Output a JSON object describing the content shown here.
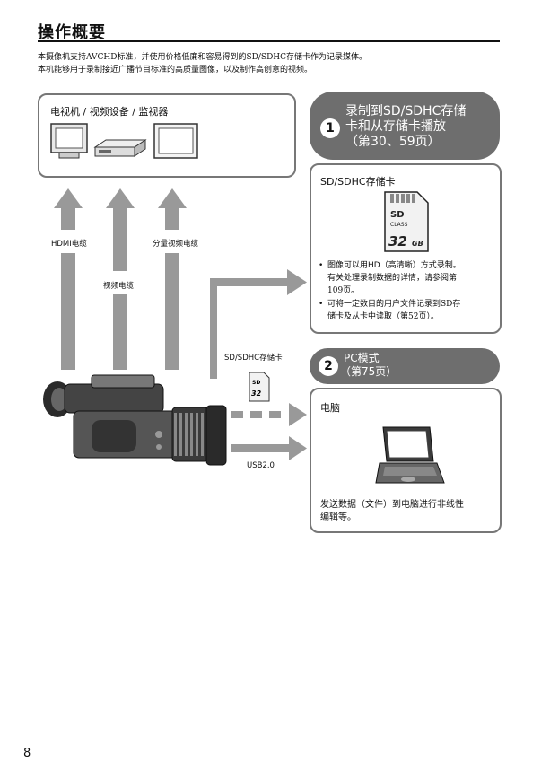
{
  "page": {
    "title": "操作概要",
    "intro_line1": "本摄像机支持AVCHD标准，并使用价格低廉和容易得到的SD/SDHC存储卡作为记录媒体。",
    "intro_line2": "本机能够用于录制接近广播节目标准的高质量图像，以及制作高创意的视频。",
    "page_number": "8"
  },
  "left_box": {
    "label": "电视机 / 视频设备 / 监视器"
  },
  "cables": {
    "hdmi": "HDMI电缆",
    "video": "视频电缆",
    "component": "分量视频电缆",
    "sd_card": "SD/SDHC存储卡",
    "usb": "USB2.0"
  },
  "section1": {
    "num": "1",
    "line1": "录制到SD/SDHC存储",
    "line2": "卡和从存储卡播放",
    "line3": "（第30、59页）"
  },
  "sd_box": {
    "title": "SD/SDHC存储卡",
    "card_capacity": "32",
    "card_unit": "GB",
    "bullet1_l1": "图像可以用HD（高清晰）方式录制。",
    "bullet1_l2": "有关处理录制数据的详情，请参阅第",
    "bullet1_l3": "109页。",
    "bullet2_l1": "可将一定数目的用户文件记录到SD存",
    "bullet2_l2": "储卡及从卡中读取（第52页）。"
  },
  "section2": {
    "num": "2",
    "line1": "PC模式",
    "line2": "（第75页）"
  },
  "pc_box": {
    "title": "电脑",
    "desc_l1": "发送数据（文件）到电脑进行非线性",
    "desc_l2": "编辑等。"
  },
  "icons": [
    "tv-icon",
    "video-deck-icon",
    "monitor-icon",
    "camcorder-icon",
    "sd-card-icon",
    "laptop-icon"
  ],
  "colors": {
    "accent": "#6e6e6e",
    "border": "#777777",
    "arrow": "#999999"
  }
}
